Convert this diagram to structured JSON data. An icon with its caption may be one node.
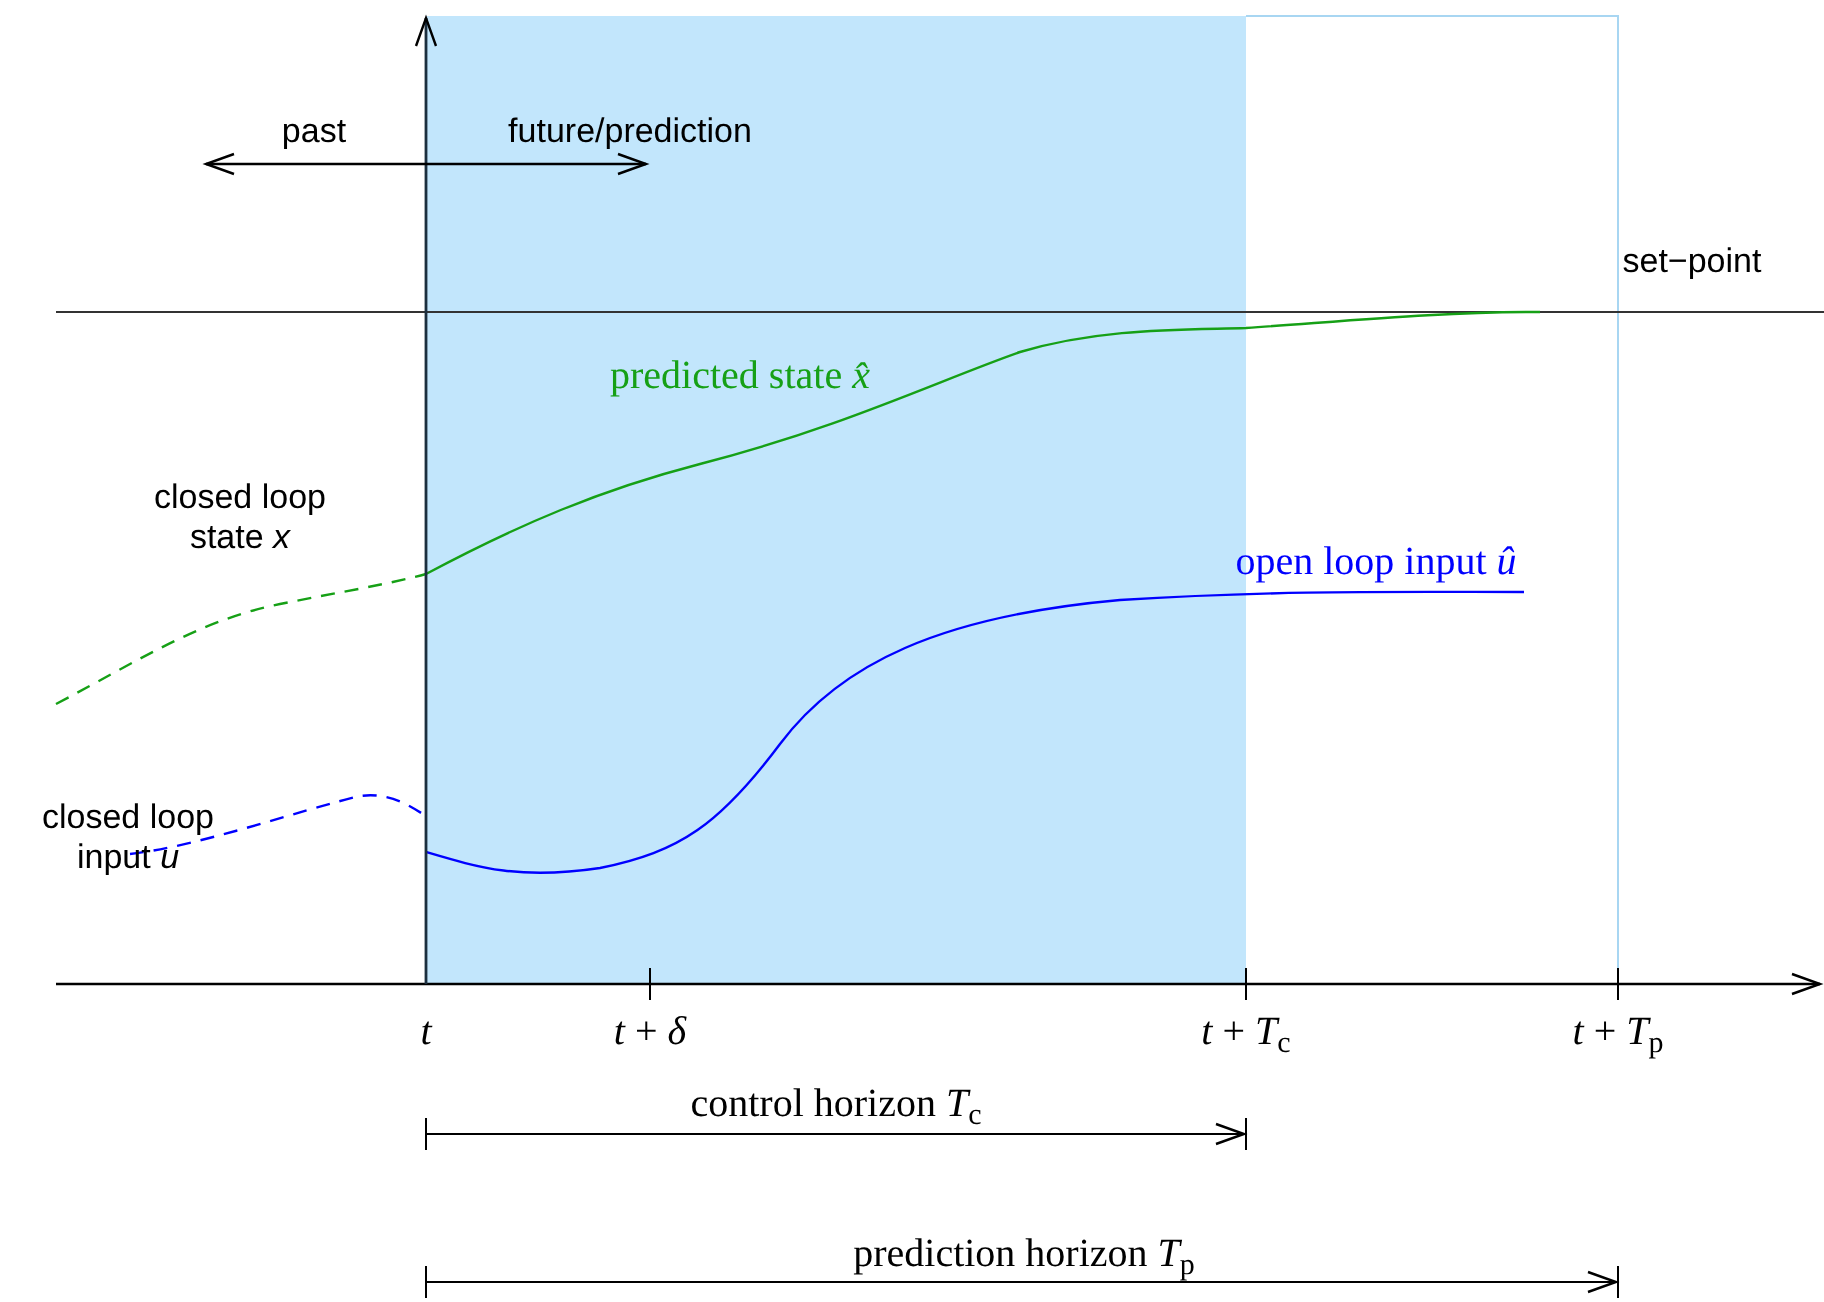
{
  "diagram": {
    "labels": [
      "past",
      "future/prediction",
      "set−point",
      "predicted state *x̂*",
      "closed loop state *x*",
      "open loop input *û*",
      "closed loop input *u*",
      "*t*",
      "*t* + *δ*",
      "*t* + *T*$_{c}$",
      "*t* + *T*$_{p}$",
      "control horizon *T*$_{c}$",
      "prediction horizon *T*$_{p}$"
    ]
  }
}
